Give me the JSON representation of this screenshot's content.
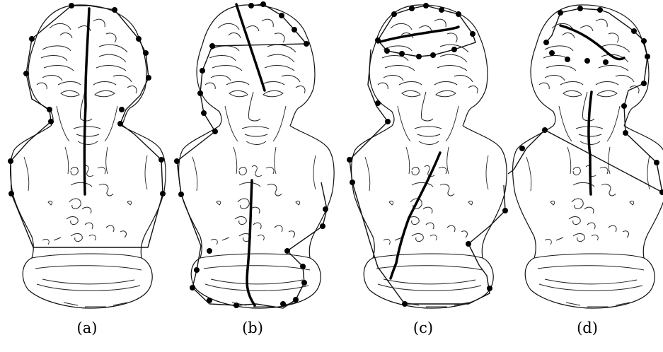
{
  "panels": [
    {
      "id": "a",
      "label": "(a)"
    },
    {
      "id": "b",
      "label": "(b)"
    },
    {
      "id": "c",
      "label": "(c)"
    },
    {
      "id": "d",
      "label": "(d)"
    }
  ],
  "colors": {
    "outline": "#111111",
    "sketch": "#222222",
    "stroke": "#000000",
    "dot": "#000000"
  }
}
